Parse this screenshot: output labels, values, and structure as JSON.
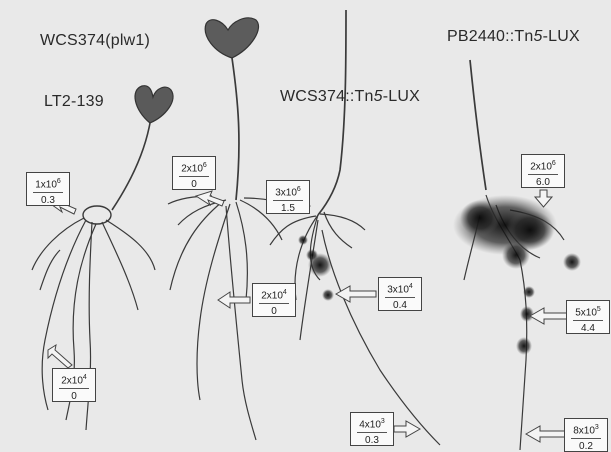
{
  "labels": {
    "wcs374_plw1": "WCS374(plw1)",
    "lt2_139": "LT2-139",
    "wcs374_tn5": "WCS374::Tn5-LUX",
    "pb2440_tn5": "PB2440::Tn5-LUX"
  },
  "callouts": [
    {
      "id": "lt2-top",
      "count": "1x10^6",
      "lux": "0.3"
    },
    {
      "id": "lt2-bottom",
      "count": "2x10^4",
      "lux": "0"
    },
    {
      "id": "plw1-top",
      "count": "2x10^6",
      "lux": "0"
    },
    {
      "id": "plw1-bottom",
      "count": "2x10^4",
      "lux": "0"
    },
    {
      "id": "wcs374-top",
      "count": "3x10^6",
      "lux": "1.5"
    },
    {
      "id": "wcs374-mid",
      "count": "3x10^4",
      "lux": "0.4"
    },
    {
      "id": "wcs374-bottom",
      "count": "4x10^3",
      "lux": "0.3"
    },
    {
      "id": "pb2440-top",
      "count": "2x10^6",
      "lux": "6.0"
    },
    {
      "id": "pb2440-mid",
      "count": "5x10^5",
      "lux": "4.4"
    },
    {
      "id": "pb2440-bottom",
      "count": "8x10^3",
      "lux": "0.2"
    }
  ],
  "colors": {
    "background": "#e9e9e9",
    "plant": "#333333",
    "leaf": "#555555",
    "luminescence": "#111111",
    "callout_fill": "#fafafa"
  }
}
